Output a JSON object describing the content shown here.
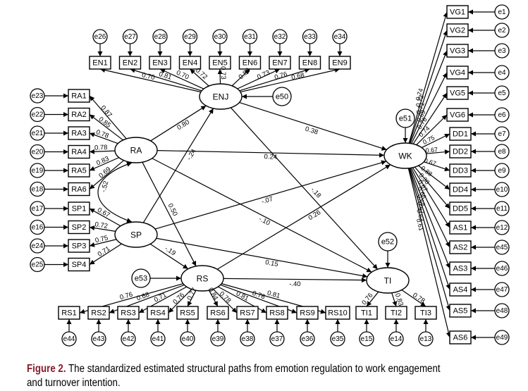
{
  "caption": {
    "label": "Figure 2.",
    "text_line1": "The standardized estimated structural paths from emotion regulation to work engagement",
    "text_line2": "and turnover intention.",
    "label_color": "#8b1a2b"
  },
  "latents": [
    {
      "id": "ENJ",
      "label": "ENJ"
    },
    {
      "id": "RA",
      "label": "RA"
    },
    {
      "id": "SP",
      "label": "SP"
    },
    {
      "id": "RS",
      "label": "RS"
    },
    {
      "id": "WK",
      "label": "WK"
    },
    {
      "id": "TI",
      "label": "TI"
    }
  ],
  "disturbances": [
    {
      "id": "e50",
      "target": "ENJ"
    },
    {
      "id": "e51",
      "target": "WK"
    },
    {
      "id": "e52",
      "target": "TI"
    },
    {
      "id": "e53",
      "target": "RS"
    }
  ],
  "indicators": {
    "ENJ": [
      {
        "label": "EN1",
        "error": "e26",
        "loading": "0.70"
      },
      {
        "label": "EN2",
        "error": "e27",
        "loading": "0.81"
      },
      {
        "label": "EN3",
        "error": "e28",
        "loading": "0.70"
      },
      {
        "label": "EN4",
        "error": "e29",
        "loading": "0.72"
      },
      {
        "label": "EN5",
        "error": "e30",
        "loading": "0.73"
      },
      {
        "label": "EN6",
        "error": "e31",
        "loading": "0.80"
      },
      {
        "label": "EN7",
        "error": "e32",
        "loading": "0.73"
      },
      {
        "label": "EN8",
        "error": "e33",
        "loading": "0.76"
      },
      {
        "label": "EN9",
        "error": "e34",
        "loading": "0.68"
      }
    ],
    "RA": [
      {
        "label": "RA1",
        "error": "e23",
        "loading": "0.87"
      },
      {
        "label": "RA2",
        "error": "e22",
        "loading": "0.85"
      },
      {
        "label": "RA3",
        "error": "e21",
        "loading": "0.78"
      },
      {
        "label": "RA4",
        "error": "e20",
        "loading": "0.78"
      },
      {
        "label": "RA5",
        "error": "e19",
        "loading": "0.83"
      },
      {
        "label": "RA6",
        "error": "e18",
        "loading": "0.69"
      }
    ],
    "SP": [
      {
        "label": "SP1",
        "error": "e17",
        "loading": "0.67"
      },
      {
        "label": "SP2",
        "error": "e16",
        "loading": "0.72"
      },
      {
        "label": "SP3",
        "error": "e24",
        "loading": "0.75"
      },
      {
        "label": "SP4",
        "error": "e25",
        "loading": "0.71"
      }
    ],
    "RS": [
      {
        "label": "RS1",
        "error": "e44",
        "loading": "0.76"
      },
      {
        "label": "RS2",
        "error": "e43",
        "loading": "0.68"
      },
      {
        "label": "RS3",
        "error": "e42",
        "loading": "0.71"
      },
      {
        "label": "RS4",
        "error": "e41",
        "loading": "0.76"
      },
      {
        "label": "RS5",
        "error": "e40",
        "loading": "0.77"
      },
      {
        "label": "RS6",
        "error": "e39",
        "loading": "0.84"
      },
      {
        "label": "RS7",
        "error": "e38",
        "loading": "0.78"
      },
      {
        "label": "RS8",
        "error": "e37",
        "loading": "0.81"
      },
      {
        "label": "RS9",
        "error": "e36",
        "loading": "0.76"
      },
      {
        "label": "RS10",
        "error": "e35",
        "loading": "0.81"
      }
    ],
    "TI": [
      {
        "label": "TI1",
        "error": "e15",
        "loading": "0.76"
      },
      {
        "label": "TI2",
        "error": "e14",
        "loading": "0.83"
      },
      {
        "label": "TI3",
        "error": "e13",
        "loading": "0.78"
      }
    ],
    "WK": [
      {
        "label": "VG1",
        "error": "e1",
        "loading": "0.74"
      },
      {
        "label": "VG2",
        "error": "e2",
        "loading": "0.72"
      },
      {
        "label": "VG3",
        "error": "e3",
        "loading": "0.71"
      },
      {
        "label": "VG4",
        "error": "e4",
        "loading": "0.69"
      },
      {
        "label": "VG5",
        "error": "e5",
        "loading": "0.76"
      },
      {
        "label": "VG6",
        "error": "e6",
        "loading": "0.74"
      },
      {
        "label": "DD1",
        "error": "e7",
        "loading": "0.75"
      },
      {
        "label": "DD2",
        "error": "e8",
        "loading": "0.67"
      },
      {
        "label": "DD3",
        "error": "e9",
        "loading": "0.67"
      },
      {
        "label": "DD4",
        "error": "e10",
        "loading": "0.88"
      },
      {
        "label": "DD5",
        "error": "e11",
        "loading": "0.38"
      },
      {
        "label": "AS1",
        "error": "e12",
        "loading": "0.67"
      },
      {
        "label": "AS2",
        "error": "e45",
        "loading": "0.66"
      },
      {
        "label": "AS3",
        "error": "e46",
        "loading": "0.68"
      },
      {
        "label": "AS4",
        "error": "e47",
        "loading": "0.67"
      },
      {
        "label": "AS5",
        "error": "e48",
        "loading": "0.63"
      },
      {
        "label": "AS6",
        "error": "e49",
        "loading": "0.61"
      }
    ]
  },
  "paths": [
    {
      "from": "RA",
      "to": "ENJ",
      "coef": "0.80"
    },
    {
      "from": "SP",
      "to": "ENJ",
      "coef": "-.24"
    },
    {
      "from": "ENJ",
      "to": "WK",
      "coef": "0.38"
    },
    {
      "from": "RA",
      "to": "WK",
      "coef": "0.24"
    },
    {
      "from": "ENJ",
      "to": "TI",
      "coef": "-.18"
    },
    {
      "from": "SP",
      "to": "WK",
      "coef": "-.07"
    },
    {
      "from": "RA",
      "to": "TI",
      "coef": "-.10"
    },
    {
      "from": "RS",
      "to": "WK",
      "coef": "0.26"
    },
    {
      "from": "RA",
      "to": "RS",
      "coef": "0.50"
    },
    {
      "from": "SP",
      "to": "RS",
      "coef": "-.19"
    },
    {
      "from": "SP",
      "to": "TI",
      "coef": "0.15"
    },
    {
      "from": "RS",
      "to": "TI",
      "coef": "-.40"
    }
  ],
  "covariances": [
    {
      "a": "RA",
      "b": "SP",
      "coef": "-.52"
    }
  ]
}
